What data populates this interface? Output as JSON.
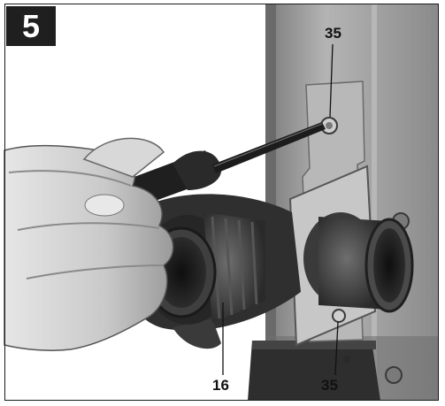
{
  "figure": {
    "step_number": "5",
    "callouts": {
      "top_screw": "35",
      "nozzle": "16",
      "bottom_screw": "35"
    }
  }
}
